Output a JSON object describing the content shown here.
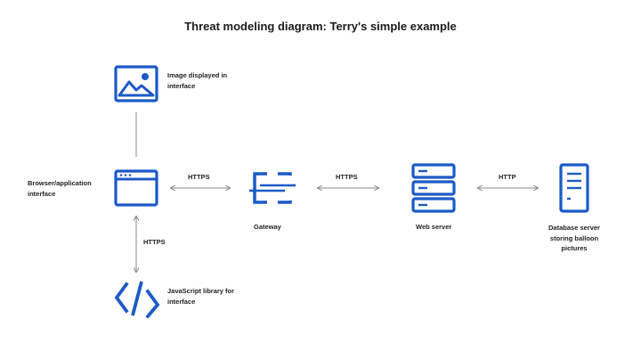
{
  "diagram": {
    "title": "Threat modeling diagram: Terry's simple example",
    "accent_color": "#1c5ac8",
    "connector_color": "#888888",
    "nodes": {
      "image": {
        "label_line1": "Image displayed in",
        "label_line2": "interface",
        "icon": "image-icon"
      },
      "browser": {
        "label_line1": "Browser/application",
        "label_line2": "interface",
        "icon": "browser-window-icon"
      },
      "gateway": {
        "label": "Gateway",
        "icon": "gateway-icon"
      },
      "webserver": {
        "label": "Web server",
        "icon": "server-stack-icon"
      },
      "database": {
        "label_line1": "Database server",
        "label_line2": "storing balloon",
        "label_line3": "pictures",
        "icon": "database-server-icon"
      },
      "jslib": {
        "label_line1": "JavaScript library for",
        "label_line2": "interface",
        "icon": "code-brackets-icon"
      }
    },
    "edges": {
      "browser_gateway": "HTTPS",
      "gateway_webserver": "HTTPS",
      "webserver_database": "HTTP",
      "browser_jslib": "HTTPS"
    }
  }
}
